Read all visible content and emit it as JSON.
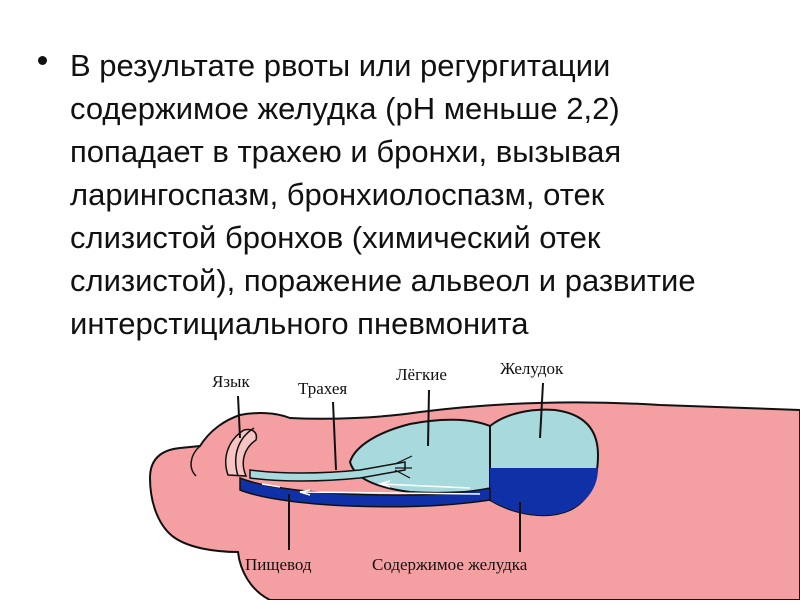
{
  "slide": {
    "paragraph": "В результате рвоты или регургитации содержимое желудка (рН меньше 2,2) попадает в трахею и бронхи, вызывая ларингоспазм, бронхиолоспазм, отек слизистой бронхов (химический отек слизистой), поражение альвеол и развитие интерстициального пневмонита"
  },
  "diagram": {
    "labels": {
      "tongue": "Язык",
      "trachea": "Трахея",
      "lungs": "Лёгкие",
      "stomach": "Желудок",
      "esophagus": "Пищевод",
      "stomach_contents": "Содержимое желудка"
    },
    "colors": {
      "body": "#f4a0a2",
      "lungs": "#a8d9dc",
      "fluid": "#1030a8",
      "outline": "#111111"
    }
  }
}
